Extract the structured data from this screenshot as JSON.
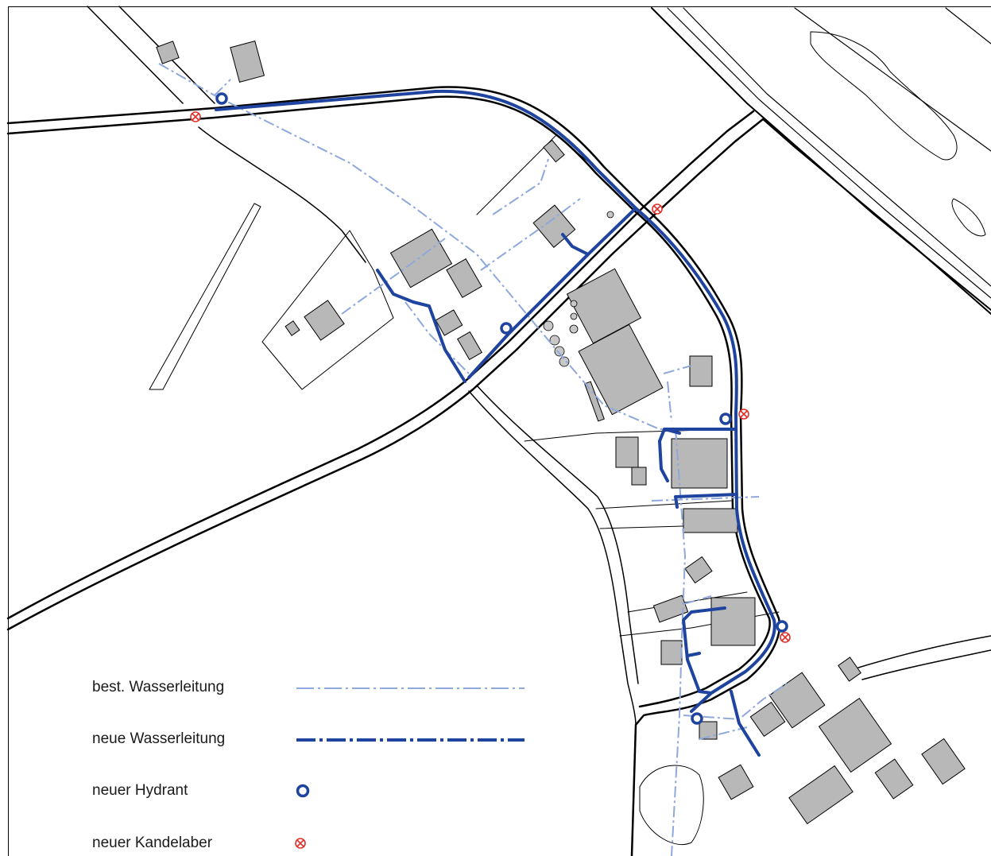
{
  "legend": {
    "existing_water_line": "best. Wasserleitung",
    "new_water_line": "neue Wasserleitung",
    "new_hydrant": "neuer Hydrant",
    "new_candelabra": "neuer Kandelaber"
  },
  "colors": {
    "existing_line": "#8fa8dc",
    "new_line": "#1f44a0",
    "hydrant": "#1f44a0",
    "candelabra": "#e0302a",
    "building_fill": "#b8b8b8",
    "road_stroke": "#000000"
  },
  "icons": {
    "hydrant": "hydrant-ring-icon",
    "candelabra": "candelabra-circled-x-icon"
  }
}
